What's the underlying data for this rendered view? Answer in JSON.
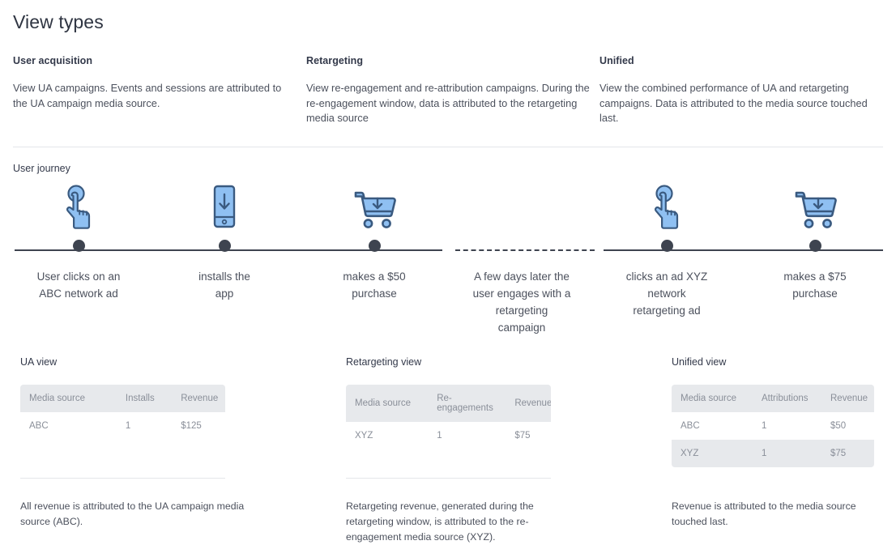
{
  "page_title": "View types",
  "view_types": {
    "columns": [
      {
        "title": "User acquisition",
        "body": "View UA campaigns.\nEvents and sessions are attributed to the UA campaign media source."
      },
      {
        "title": "Retargeting",
        "body": "View re-engagement and re-attribution campaigns.\nDuring the re-engagement window, data is attributed to the retargeting media source"
      },
      {
        "title": "Unified",
        "body": "View the combined performance of UA and retargeting campaigns. Data is attributed to the media source touched last."
      }
    ]
  },
  "user_journey": {
    "label": "User journey",
    "steps": [
      {
        "icon": "tap-click-icon",
        "caption": "User clicks on an\nABC network ad"
      },
      {
        "icon": "phone-download-icon",
        "caption": "installs the\napp"
      },
      {
        "icon": "cart-download-icon",
        "caption": "makes a $50\npurchase"
      },
      {
        "icon": "none",
        "caption": "A few days later the\nuser engages with a\nretargeting\ncampaign"
      },
      {
        "icon": "tap-click-icon",
        "caption": "clicks an  ad XYZ\nnetwork\nretargeting ad"
      },
      {
        "icon": "cart-download-icon",
        "caption": "makes a $75\npurchase"
      }
    ]
  },
  "views": [
    {
      "title": "UA view",
      "headers": [
        "Media source",
        "Installs",
        "Revenue"
      ],
      "rows": [
        [
          "ABC",
          "1",
          "$125"
        ]
      ],
      "note": "All revenue is attributed to the UA campaign media source (ABC)."
    },
    {
      "title": "Retargeting view",
      "headers": [
        "Media source",
        "Re-engagements",
        "Revenue"
      ],
      "rows": [
        [
          "XYZ",
          "1",
          "$75"
        ]
      ],
      "note": "Retargeting revenue, generated during the retargeting window, is attributed to the re-engagement media source (XYZ)."
    },
    {
      "title": "Unified view",
      "headers": [
        "Media source",
        "Attributions",
        "Revenue"
      ],
      "rows": [
        [
          "ABC",
          "1",
          "$50"
        ],
        [
          "XYZ",
          "1",
          "$75"
        ]
      ],
      "note": "Revenue is attributed to the media source touched last."
    }
  ],
  "colors": {
    "icon_fill": "#8fc0f2",
    "icon_stroke": "#3a5a80",
    "timeline": "#3e4450",
    "table_header_bg": "#e7e9ec",
    "text": "#4c515d"
  }
}
